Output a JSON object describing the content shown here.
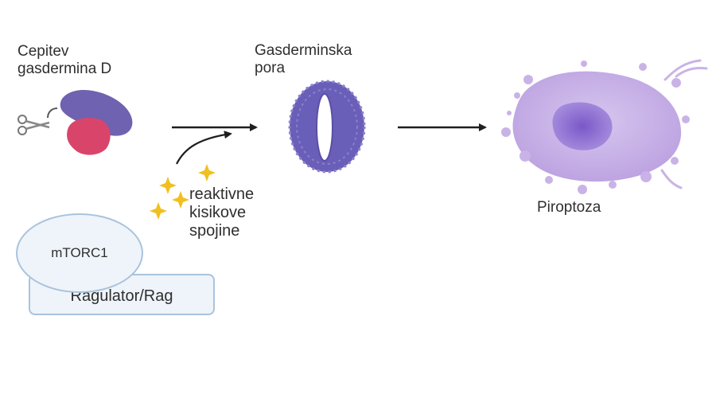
{
  "labels": {
    "cleavage_line1": "Cepitev",
    "cleavage_line2": "gasdermina D",
    "pore_line1": "Gasderminska",
    "pore_line2": "pora",
    "ros_line1": "reaktivne",
    "ros_line2": "kisikove",
    "ros_line3": "spojine",
    "pyroptosis": "Piroptoza"
  },
  "complex": {
    "mtorc1": "mTORC1",
    "ragulator": "Ragulator/Rag"
  },
  "colors": {
    "gasdermin_n": "#6f62b0",
    "gasdermin_c": "#d9456a",
    "pore": "#6a5fb8",
    "cell": "#c9b3e6",
    "nucleus": "#8d6fd0",
    "ros_sparkle": "#f0c020",
    "arrow": "#1f1f1f",
    "complex_fill": "#eef4fa",
    "complex_border": "#a9c3dd"
  },
  "icons": [
    "scissors-icon",
    "sparkle-icon"
  ]
}
